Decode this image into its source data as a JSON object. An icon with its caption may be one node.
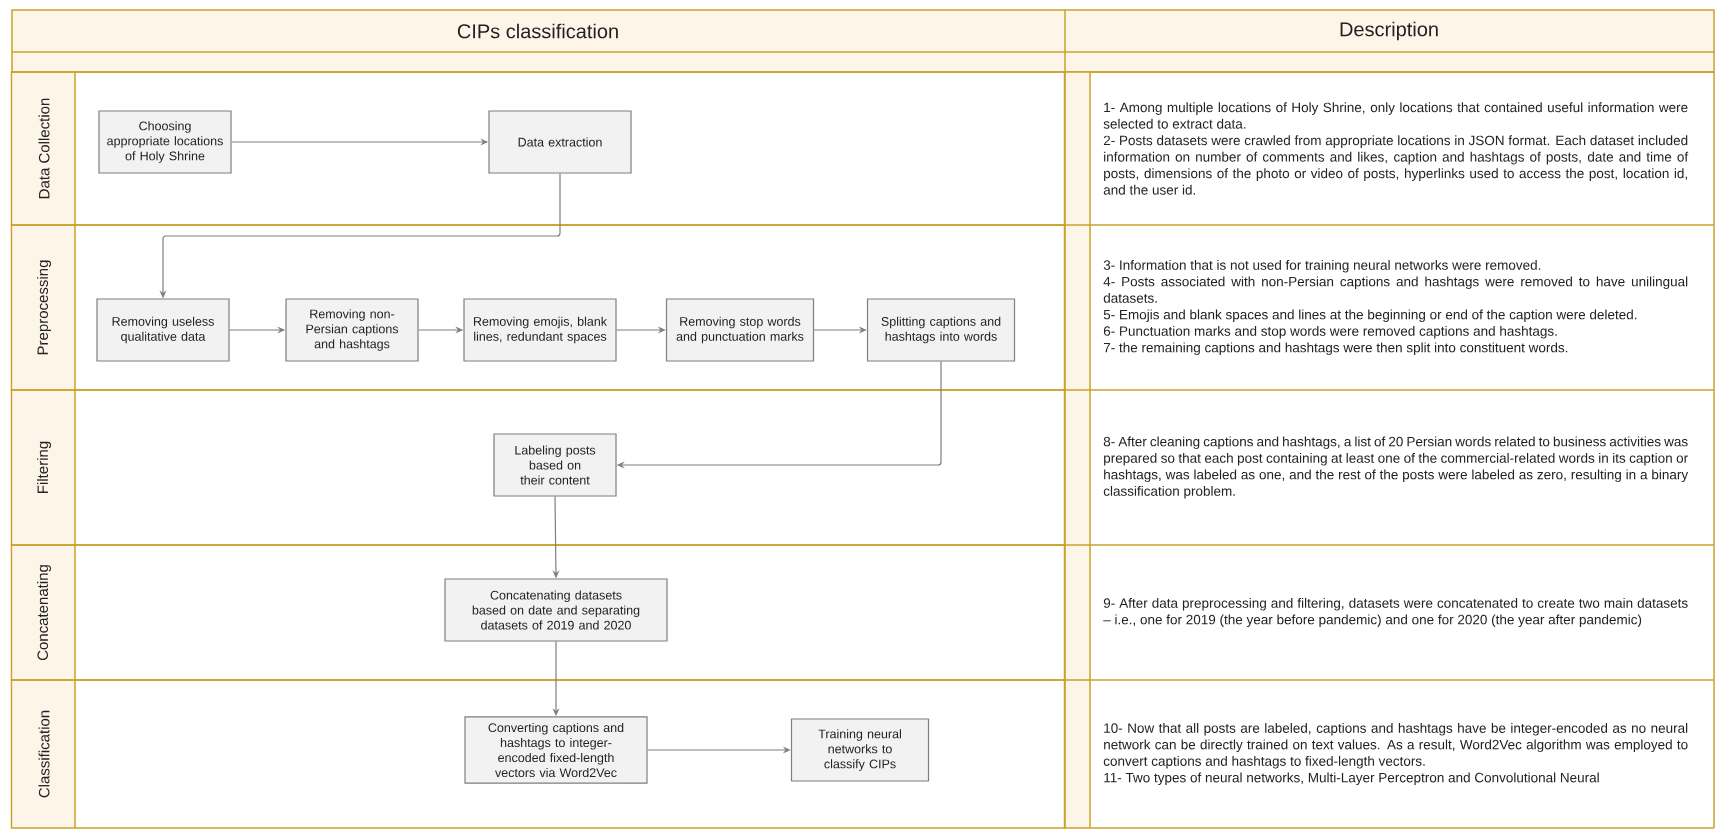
{
  "diagram": {
    "nodes": [
      {
        "text": [
          "Data Collection"
        ]
      },
      {
        "text": [
          "Choosing appropriate locations of Holy Shrine"
        ],
        "in": 0
      },
      {
        "text": [
          "Data extraction"
        ],
        "in": 0
      },
      {
        "text": [
          "Preprocessing"
        ]
      },
      {
        "text": [
          "Removing useless qualitative data"
        ],
        "in": 3
      },
      {
        "text": [
          "Removing non-Persian captions and hashtags"
        ],
        "in": 3
      },
      {
        "text": [
          "Removing emojis, blank lines, redundant spaces"
        ],
        "in": 3
      },
      {
        "text": [
          "Removing stop words and punctuation marks"
        ],
        "in": 3
      },
      {
        "text": [
          "Splitting captions and hashtags into words"
        ],
        "in": 3
      },
      {
        "text": [
          "Filtering"
        ]
      },
      {
        "text": [
          "Labeling posts based on their content"
        ],
        "in": 9
      },
      {
        "text": [
          "Concatenating"
        ]
      },
      {
        "text": [
          "Concatenating datasets based on date and separating datasets of 2019 and 2020"
        ],
        "in": 11
      },
      {
        "text": [
          "Classification"
        ]
      },
      {
        "text": [
          "Converting captions and hashtags to integer-encoded fixed-length vectors via Word2Vec"
        ],
        "in": 13
      },
      {
        "text": [
          "Training neural networks to classify CIPs"
        ],
        "in": 13
      }
    ],
    "edges": [
      {
        "from": 1,
        "to": 2,
        "arrow": "to"
      },
      {
        "from": 2,
        "to": 4,
        "arrow": "to"
      },
      {
        "from": 4,
        "to": 5,
        "arrow": "to"
      },
      {
        "from": 5,
        "to": 6,
        "arrow": "to"
      },
      {
        "from": 6,
        "to": 7,
        "arrow": "to"
      },
      {
        "from": 7,
        "to": 8,
        "arrow": "to"
      },
      {
        "from": 8,
        "to": 10,
        "arrow": "to"
      },
      {
        "from": 10,
        "to": 12,
        "arrow": "to"
      },
      {
        "from": 12,
        "to": 14,
        "arrow": "to"
      },
      {
        "from": 14,
        "to": 15,
        "arrow": "to"
      }
    ],
    "labels": [
      "CIPs classification",
      "Description",
      "1- Among multiple locations of Holy Shrine, only locations that contained useful information were selected to extract data.",
      "2- Posts datasets were crawled from appropriate locations in JSON format. Each dataset included information on number of comments and likes, caption and hashtags of posts, date and time of posts, dimensions of the photo or video of posts, hyperlinks used to access the post, location id, and the user id.",
      "3- Information that is not used for training neural networks were removed.",
      "4- Posts associated with non-Persian captions and hashtags were removed to have unilingual datasets.",
      "5- Emojis and blank spaces and lines at the beginning or end of the caption were deleted.",
      "6- Punctuation marks and stop words were removed captions and hashtags.",
      "7- the remaining captions and hashtags were then split into constituent words.",
      "8- After cleaning captions and hashtags, a list of 20 Persian words related to business activities was prepared so that each post containing at least one of the commercial-related words in its caption or hashtags, was labeled as one, and the rest of the posts were labeled as zero, resulting in a binary classification problem.",
      "9- After data preprocessing and filtering, datasets were concatenated to create two main datasets – i.e., one for 2019 (the year before pandemic) and one for 2020 (the year after pandemic)",
      "10- Now that all posts are labeled, captions and hashtags have be integer-encoded as no neural network can be directly trained on text values. As a result, Word2Vec algorithm was employed to convert captions and hashtags to fixed-length vectors.",
      "11- Two types of neural networks, Multi-Layer Perceptron and Convolutional Neural"
    ]
  }
}
